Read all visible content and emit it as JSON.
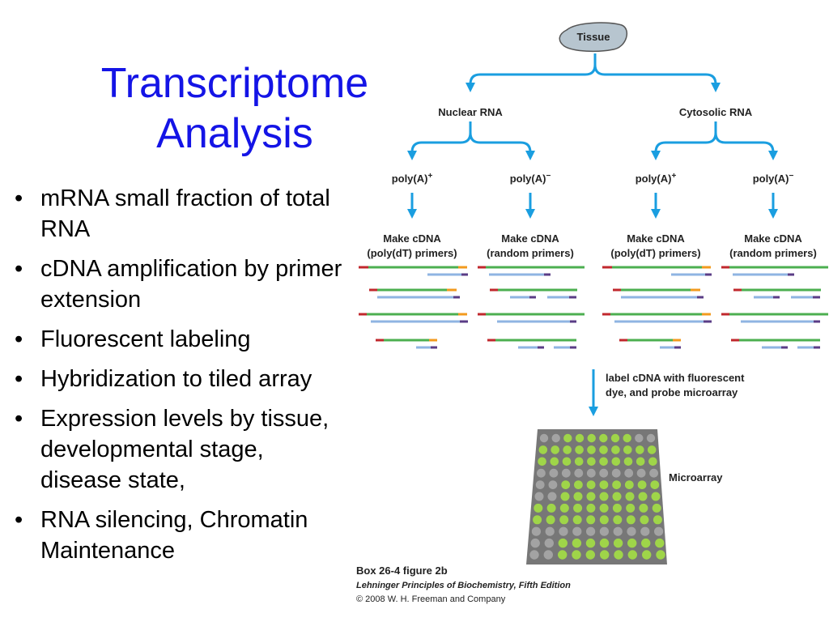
{
  "title": {
    "line1": "Transcriptome",
    "line2": "Analysis"
  },
  "bullets": [
    "mRNA small fraction of total RNA",
    "cDNA amplification by primer extension",
    "Fluorescent labeling",
    "Hybridization to tiled array",
    "Expression levels by tissue, developmental stage, disease state,",
    "RNA silencing, Chromatin Maintenance"
  ],
  "figure": {
    "tissue": "Tissue",
    "nuclear_rna": "Nuclear RNA",
    "cytosolic_rna": "Cytosolic RNA",
    "poly_plus": "poly(A)",
    "poly_minus": "poly(A)",
    "plus_sign": "+",
    "minus_sign": "−",
    "make_cdna": "Make cDNA",
    "polydt_primers": "(poly(dT) primers)",
    "random_primers": "(random primers)",
    "label_line1": "label cDNA with fluorescent",
    "label_line2": "dye, and probe microarray",
    "microarray": "Microarray",
    "caption_line1": "Box 26-4 figure 2b",
    "caption_line2": "Lehninger Principles of Biochemistry, Fifth Edition",
    "caption_line3": "© 2008 W. H. Freeman and Company"
  },
  "colors": {
    "title": "#1414e6",
    "arrow": "#1a9ee0",
    "tissue_fill": "#b7c5cf",
    "rna_green": "#4caf50",
    "rna_red": "#c0282d",
    "poly_a_orange": "#f29a1e",
    "cdna_blue": "#8fb4e2",
    "primer_purple": "#5a3c86",
    "microarray_bg": "#777777",
    "spot_green": "#9fd549",
    "spot_gray": "#a3a3a3"
  },
  "microarray_spots": [
    "0011111100",
    "1111111111",
    "1111111111",
    "0000000000",
    "0011111111",
    "0011111111",
    "1111111111",
    "1111111111",
    "0000000000",
    "0011111111",
    "0011111111"
  ]
}
